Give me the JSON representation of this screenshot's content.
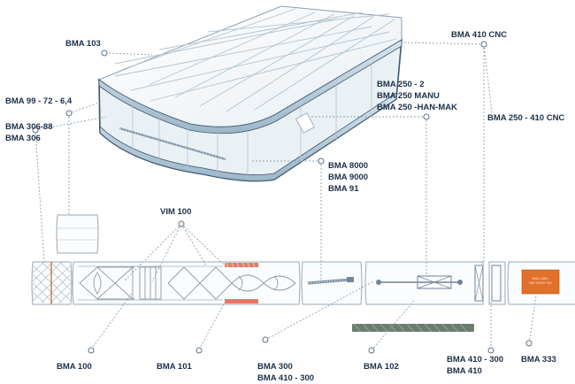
{
  "colors": {
    "ink": "#1c3048",
    "leader": "#8ba0b2",
    "mattress_fill": "#f3f7fa",
    "mattress_edge": "#3d5670",
    "border_band": "#9db7c8",
    "stitch_red": "#d9654a",
    "tag_orange": "#e0702a"
  },
  "labels": {
    "bma103": "BMA 103",
    "bma99": "BMA 99 - 72 - 6,4",
    "bma306": [
      "BMA 306-88",
      "BMA 306"
    ],
    "bma410cnc": "BMA 410 CNC",
    "bma250": [
      "BMA 250 - 2",
      "BMA 250 MANU",
      "BMA 250 -HAN-MAK"
    ],
    "bma250_410cnc": "BMA 250 - 410 CNC",
    "bma8000": [
      "BMA 8000",
      "BMA 9000",
      "BMA 91"
    ],
    "vim100": "VIM 100",
    "bma100": "BMA 100",
    "bma101": "BMA 101",
    "bma300": [
      "BMA 300",
      "BMA 410 - 300"
    ],
    "bma102": "BMA 102",
    "bma410_300": [
      "BMA 410 - 300",
      "BMA 410"
    ],
    "bma333": "BMA 333"
  },
  "tag_text": [
    "BMA LABEL",
    "MATTRESS TAG"
  ]
}
